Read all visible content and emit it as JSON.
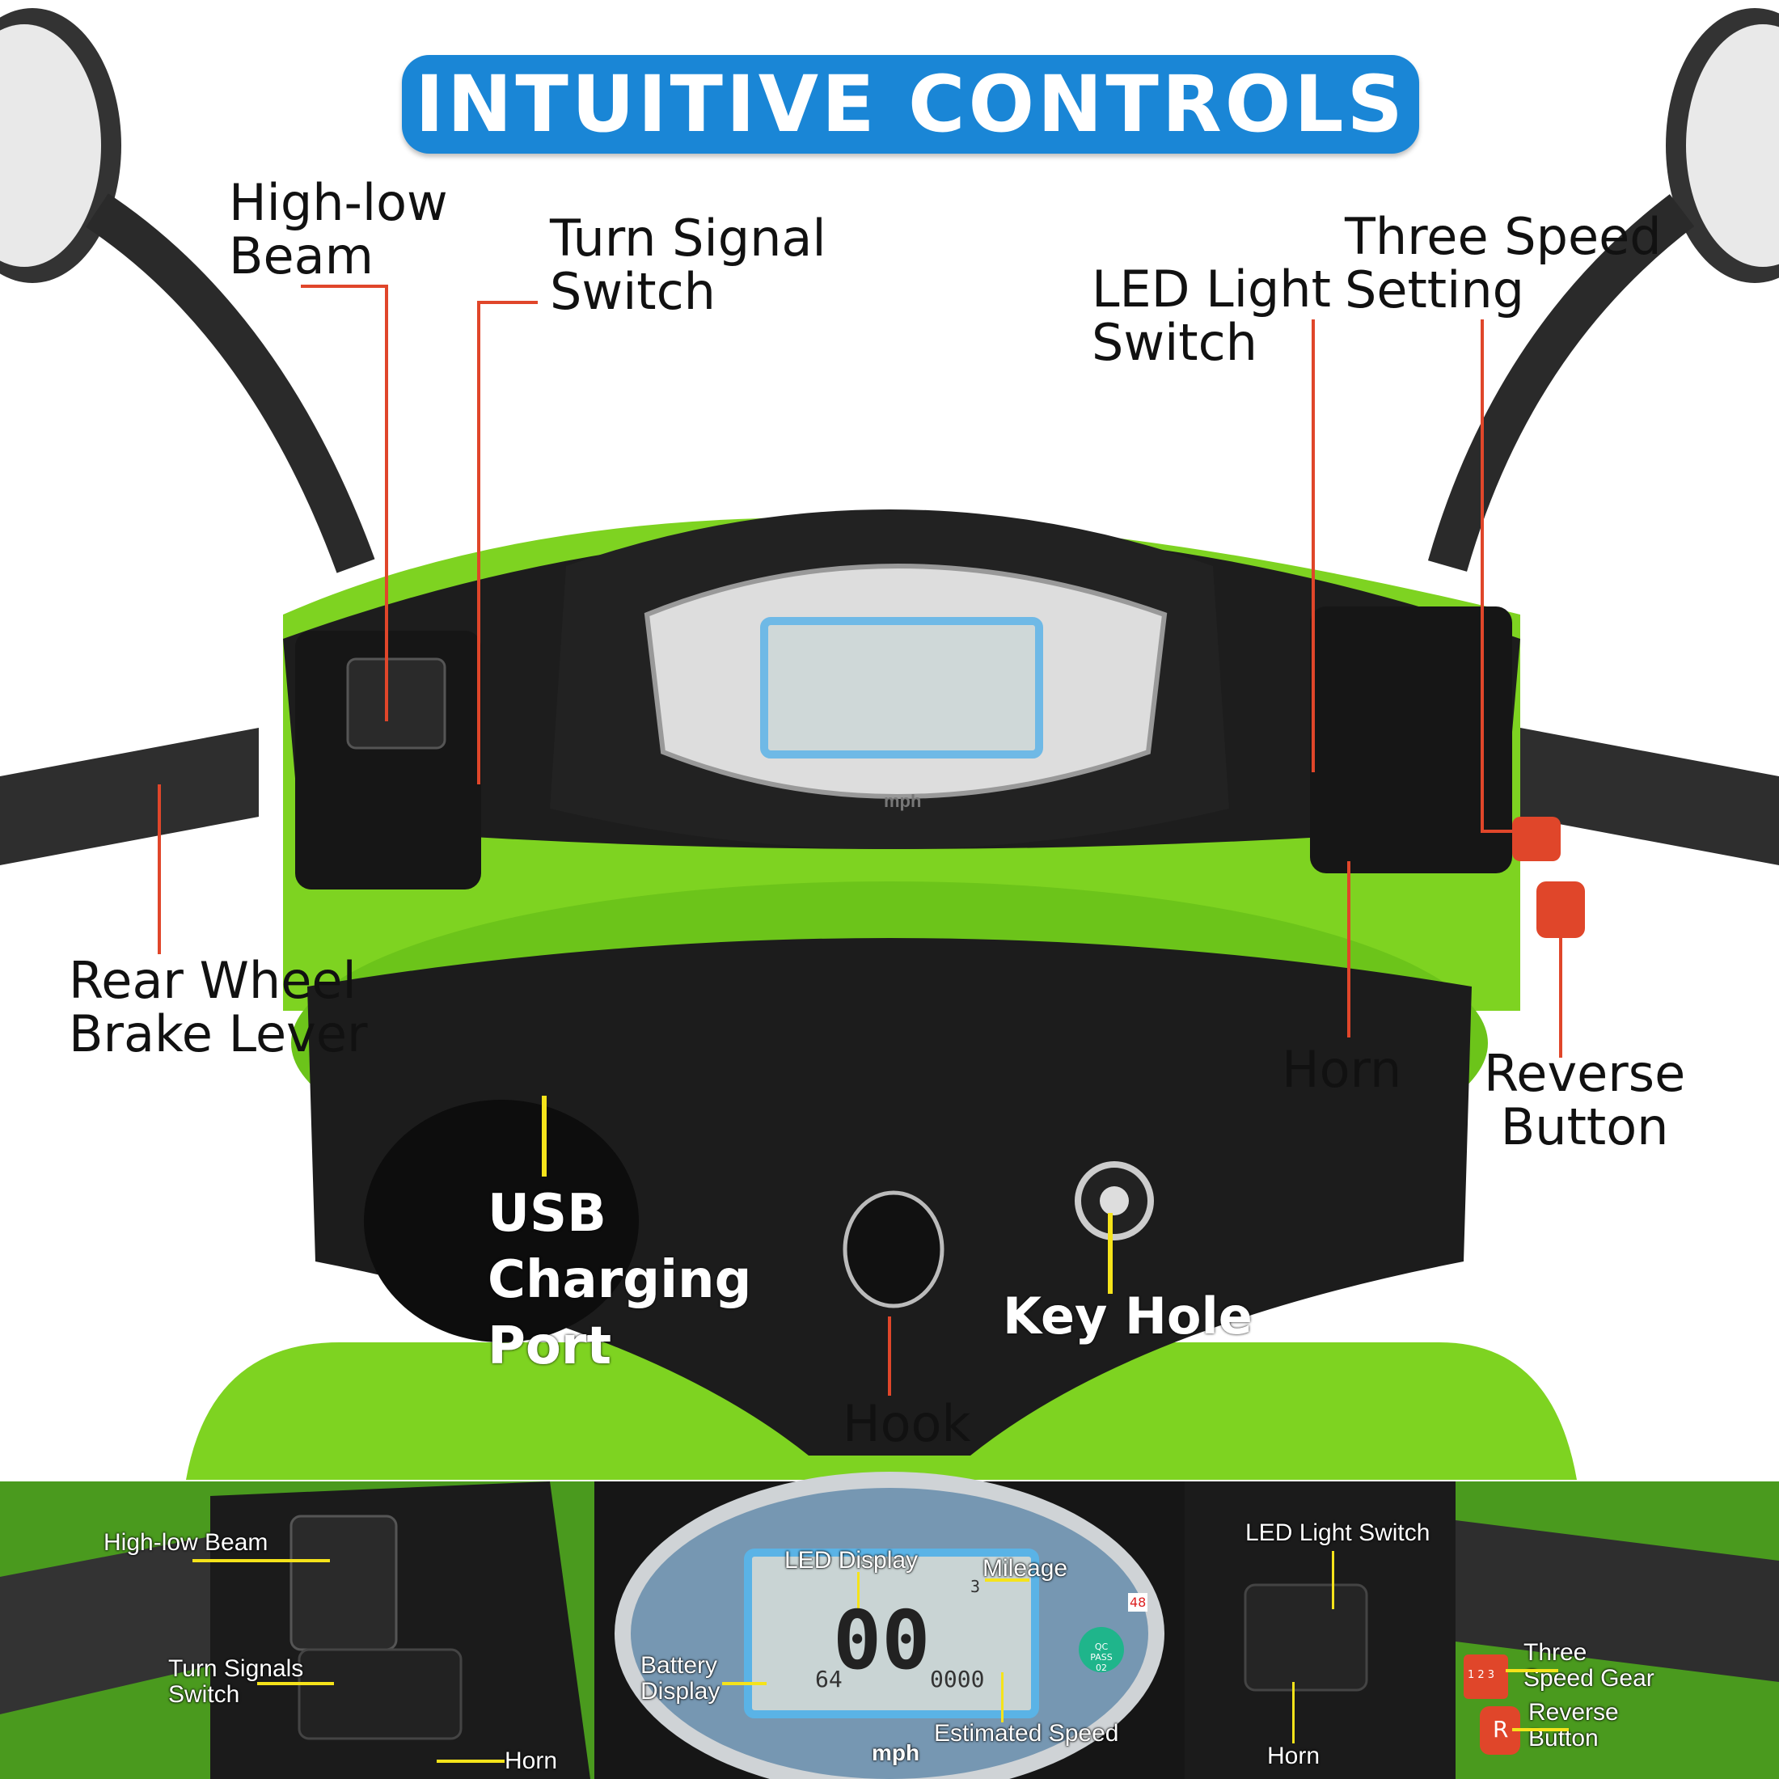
{
  "title": "INTUITIVE CONTROLS",
  "main_labels": {
    "high_low_beam": "High-low\nBeam",
    "turn_signal_switch": "Turn Signal\nSwitch",
    "led_light_switch": "LED Light\nSwitch",
    "three_speed_setting": "Three Speed\nSetting",
    "rear_wheel_brake_lever": "Rear Wheel\nBrake Lever",
    "horn": "Horn",
    "reverse_button": "Reverse\nButton",
    "usb_charging_port": "USB\nCharging\nPort",
    "key_hole": "Key Hole",
    "hook": "Hook"
  },
  "display": {
    "unit": "mph",
    "speed": "00",
    "battery": "64",
    "mileage": "0000",
    "gear": "3",
    "badge": "QC PASS 02",
    "tag": "48"
  },
  "detail_labels": {
    "high_low_beam": "High-low Beam",
    "turn_signals_switch": "Turn Signals\nSwitch",
    "horn_left": "Horn",
    "led_display": "LED Display",
    "mileage": "Mileage",
    "battery_display": "Battery\nDisplay",
    "estimated_speed": "Estimated Speed",
    "led_light_switch": "LED Light Switch",
    "horn_right": "Horn",
    "three_speed_gear": "Three\nSpeed Gear",
    "reverse_button": "Reverse\nButton",
    "gear_button_text": "1 2 3",
    "reverse_button_text": "R"
  },
  "colors": {
    "banner": "#1a86d6",
    "scooter_green": "#7ed321",
    "pointer_red": "#e0462a",
    "pointer_yellow": "#f5e31a",
    "strip_green": "#4a9a1e"
  }
}
